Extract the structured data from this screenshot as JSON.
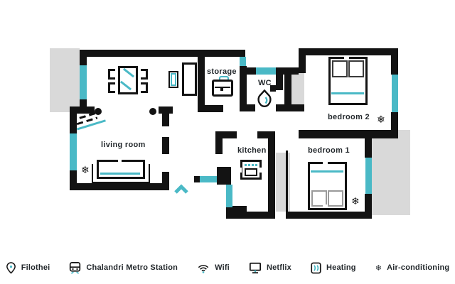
{
  "colors": {
    "wall": "#131313",
    "accent_teal": "#4ab9c6",
    "balcony_gray": "#d9d9d9",
    "text": "#23282c",
    "background": "#ffffff"
  },
  "rooms": [
    {
      "id": "living-room",
      "label": "living room",
      "has_ac": true
    },
    {
      "id": "storage",
      "label": "storage",
      "has_ac": false
    },
    {
      "id": "wc",
      "label": "WC",
      "has_ac": false
    },
    {
      "id": "kitchen",
      "label": "kitchen",
      "has_ac": false
    },
    {
      "id": "bedroom-2",
      "label": "bedroom 2",
      "has_ac": true
    },
    {
      "id": "bedroom-1",
      "label": "bedroom 1",
      "has_ac": true
    }
  ],
  "symbols": {
    "snowflake": "❄"
  },
  "legend": {
    "items": [
      {
        "icon": "location-pin-icon",
        "label": "Filothei"
      },
      {
        "icon": "metro-icon",
        "label": "Chalandri Metro Station"
      },
      {
        "icon": "wifi-icon",
        "label": "Wifi"
      },
      {
        "icon": "netflix-monitor-icon",
        "label": "Netflix"
      },
      {
        "icon": "heating-icon",
        "label": "Heating"
      },
      {
        "icon": "snowflake-icon",
        "label": "Air-conditioning"
      }
    ]
  }
}
